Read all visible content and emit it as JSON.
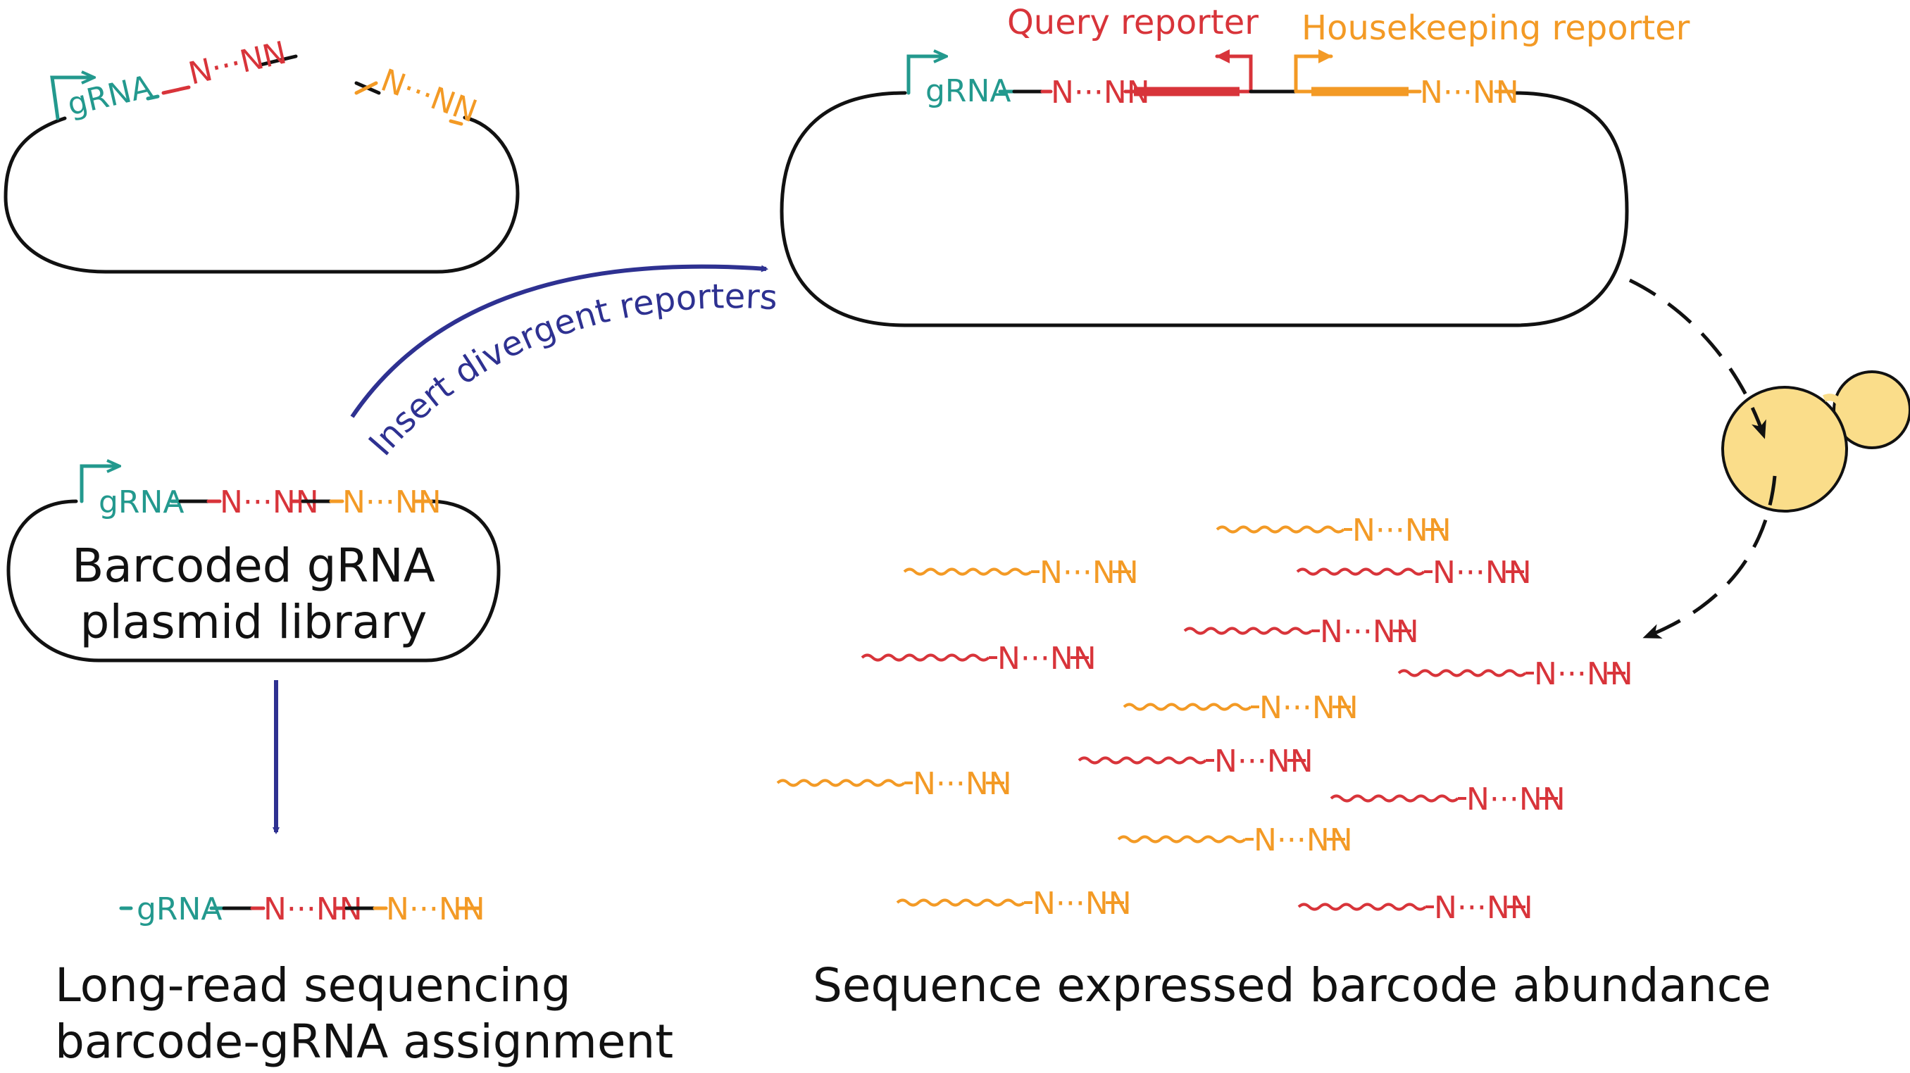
{
  "labels": {
    "library": [
      "Barcoded gRNA",
      "plasmid library"
    ],
    "insert_arrow": "Insert divergent reporters",
    "query": "Query reporter",
    "housekeeping": "Housekeeping reporter",
    "longread": [
      "Long-read sequencing",
      "barcode-gRNA assignment"
    ],
    "expressed": "Sequence expressed barcode abundance"
  },
  "construct": {
    "guide": "gRNA",
    "barcode": "N···NN"
  },
  "colors": {
    "guide": "#23998e",
    "query": "#d8343a",
    "housekeeping": "#f39a25",
    "arrow": "#2e3191",
    "cell": "#fadd8a",
    "outline": "#111111"
  },
  "icons": [
    "promoter-arrow-icon",
    "yeast-cell-icon",
    "flow-arrow-icon"
  ]
}
